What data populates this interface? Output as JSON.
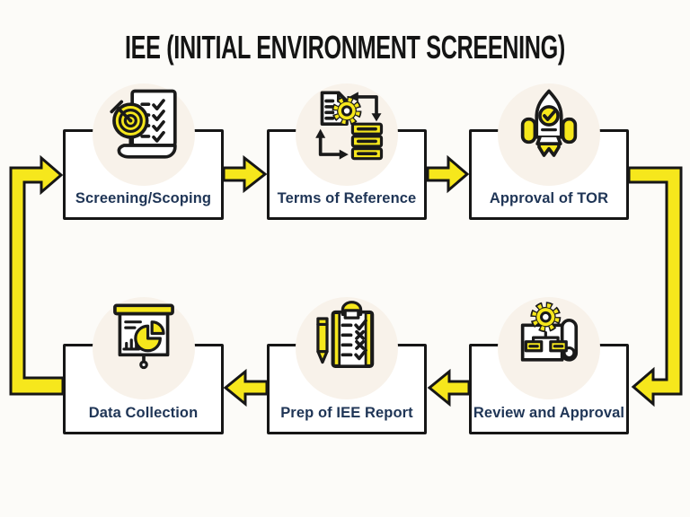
{
  "title": "IEE (INITIAL ENVIRONMENT SCREENING)",
  "colors": {
    "background": "#FCFBF8",
    "box_fill": "#FFFFFF",
    "outline_black": "#161616",
    "accent_yellow": "#F6E71C",
    "label_navy": "#1F3556",
    "icon_halo": "#F8F2EA"
  },
  "steps": [
    {
      "label": "Screening/Scoping",
      "icon": "target-checklist-icon",
      "row": 1,
      "col": 1
    },
    {
      "label": "Terms of Reference",
      "icon": "document-gear-flow-icon",
      "row": 1,
      "col": 2
    },
    {
      "label": "Approval of TOR",
      "icon": "rocket-check-icon",
      "row": 1,
      "col": 3
    },
    {
      "label": "Review and Approval",
      "icon": "gear-blueprint-icon",
      "row": 2,
      "col": 3
    },
    {
      "label": "Prep of IEE Report",
      "icon": "clipboard-checklist-pencil-icon",
      "row": 2,
      "col": 2
    },
    {
      "label": "Data Collection",
      "icon": "presentation-chart-icon",
      "row": 2,
      "col": 1
    }
  ],
  "connections": [
    {
      "from": "Screening/Scoping",
      "to": "Terms of Reference",
      "style": "straight-right-arrow"
    },
    {
      "from": "Terms of Reference",
      "to": "Approval of TOR",
      "style": "straight-right-arrow"
    },
    {
      "from": "Approval of TOR",
      "to": "Review and Approval",
      "style": "right-side-loop-down"
    },
    {
      "from": "Review and Approval",
      "to": "Prep of IEE Report",
      "style": "straight-left-arrow"
    },
    {
      "from": "Prep of IEE Report",
      "to": "Data Collection",
      "style": "straight-left-arrow"
    },
    {
      "from": "Data Collection",
      "to": "Screening/Scoping",
      "style": "left-side-loop-up"
    }
  ]
}
